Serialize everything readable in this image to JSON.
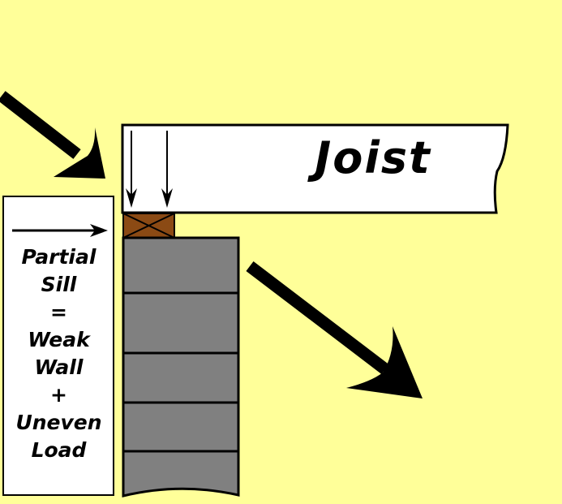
{
  "diagram": {
    "joist_label": "Joist",
    "note_lines": [
      "Partial",
      "Sill",
      "=",
      "Weak",
      "Wall",
      "+",
      "Uneven",
      "Load"
    ],
    "colors": {
      "background": "#ffff99",
      "joist_fill": "#ffffff",
      "sill_fill": "#8b4a14",
      "wall_fill": "#808080",
      "ink": "#000000"
    }
  }
}
